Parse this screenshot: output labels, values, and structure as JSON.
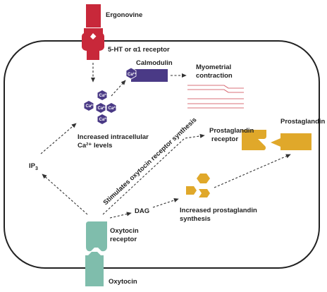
{
  "labels": {
    "ergonovine": "Ergonovine",
    "receptor_5ht": "5-HT or α1 receptor",
    "calmodulin": "Calmodulin",
    "calmodulin_badge": "Ca²⁺",
    "myometrial_1": "Myometrial",
    "myometrial_2": "contraction",
    "ca_badge": "Ca²⁺",
    "increased_ca_1": "Increased intracellular",
    "increased_ca_2": "Ca²⁺ levels",
    "ip3": "IP",
    "ip3_sub": "3",
    "stimulates": "Stimulates oxytocin receptor synthesis",
    "pg_receptor_1": "Prostaglandin",
    "pg_receptor_2": "receptor",
    "prostaglandin": "Prostaglandin",
    "dag": "DAG",
    "increased_pg_1": "Increased prostaglandin",
    "increased_pg_2": "synthesis",
    "oxytocin_receptor_1": "Oxytocin",
    "oxytocin_receptor_2": "receptor",
    "oxytocin": "Oxytocin"
  },
  "colors": {
    "ergonovine": "#c8283a",
    "calcium": "#4a3a86",
    "calmodulin": "#4a3a86",
    "filaments": "#d9707a",
    "prostaglandin": "#e0a82a",
    "oxytocin": "#7fbdac",
    "cell_border": "#222222"
  }
}
